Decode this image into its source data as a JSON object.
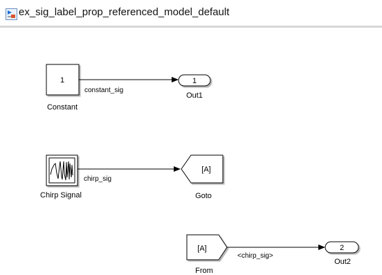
{
  "window": {
    "title": "ex_sig_label_prop_referenced_model_default",
    "icon": "simulink-model-icon"
  },
  "blocks": {
    "constant": {
      "value": "1",
      "name": "Constant"
    },
    "out1": {
      "port": "1",
      "name": "Out1"
    },
    "chirp": {
      "name": "Chirp Signal"
    },
    "goto": {
      "tag": "[A]",
      "name": "Goto"
    },
    "from": {
      "tag": "[A]",
      "name": "From"
    },
    "out2": {
      "port": "2",
      "name": "Out2"
    }
  },
  "signals": {
    "constant_sig": "constant_sig",
    "chirp_sig": "chirp_sig",
    "propagated": "<chirp_sig>"
  }
}
